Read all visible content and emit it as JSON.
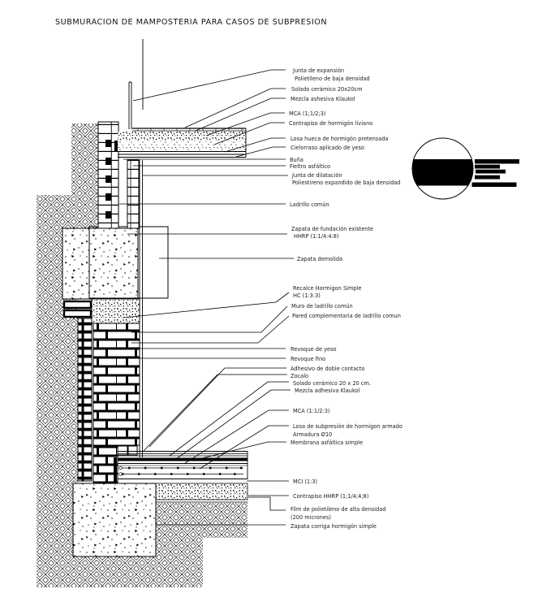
{
  "title": "SUBMURACION DE MAMPOSTERIA PARA CASOS DE SUBPRESION",
  "colors": {
    "ink": "#000000",
    "background": "#ffffff"
  },
  "annotations": [
    {
      "id": "junta-expansion",
      "lines": [
        "Junta de expansión",
        "Polietileno de baja densidad"
      ]
    },
    {
      "id": "solado-ceramico-sup",
      "lines": [
        "Solado cerámico 20x20cm"
      ]
    },
    {
      "id": "mezcla-adhesiva-sup",
      "lines": [
        "Mezcla ashesiva Klaukol"
      ]
    },
    {
      "id": "mca-sup",
      "lines": [
        "MCA (1;1/2;3)"
      ]
    },
    {
      "id": "contrapiso-liviano",
      "lines": [
        "Contrapiso de hormigón liviano"
      ]
    },
    {
      "id": "losa-hueca",
      "lines": [
        "Losa hueca de hormigón pretensada"
      ]
    },
    {
      "id": "cielorraso",
      "lines": [
        "Cielorraso aplicado de yeso"
      ]
    },
    {
      "id": "buna",
      "lines": [
        "Buña"
      ]
    },
    {
      "id": "fieltro-asfaltico",
      "lines": [
        "Fieltro asfáltico"
      ]
    },
    {
      "id": "junta-dilatacion",
      "lines": [
        "Junta de dilatación",
        "Poliestireno expandido de baja densidad"
      ]
    },
    {
      "id": "ladrillo-comun",
      "lines": [
        "Ladrillo común"
      ]
    },
    {
      "id": "zapata-existente",
      "lines": [
        "Zapata de fundación existente",
        "HHRP  (1:1/4:4:8)"
      ]
    },
    {
      "id": "zapata-demolida",
      "lines": [
        "Zapata demolida"
      ]
    },
    {
      "id": "recalce",
      "lines": [
        "Recalce Hormigon Simple",
        "HC (1:3:3)"
      ]
    },
    {
      "id": "muro-ladrillo",
      "lines": [
        "Muro de ladrillo común"
      ]
    },
    {
      "id": "pared-complementaria",
      "lines": [
        "Pared complementaria de ladrillo comun"
      ]
    },
    {
      "id": "revoque-yeso",
      "lines": [
        "Revoque de yeso"
      ]
    },
    {
      "id": "revoque-fino",
      "lines": [
        "Revoque fino"
      ]
    },
    {
      "id": "adhesivo-contacto",
      "lines": [
        "Adhesivo de doble contacto"
      ]
    },
    {
      "id": "zocalo",
      "lines": [
        "Zocalo"
      ]
    },
    {
      "id": "solado-ceramico-inf",
      "lines": [
        "Solado cerámico 20 x 20 cm."
      ]
    },
    {
      "id": "mezcla-adhesiva-inf",
      "lines": [
        "Mezcla adhesiva Klaukol"
      ]
    },
    {
      "id": "mca-inf",
      "lines": [
        "MCA (1:1/2:3)"
      ]
    },
    {
      "id": "losa-subpresion",
      "lines": [
        "Losa de subpresión de hormigon armado",
        "Armadura Ø10"
      ]
    },
    {
      "id": "membrana-asfaltica",
      "lines": [
        "Membrana asfáltica simple"
      ]
    },
    {
      "id": "mci",
      "lines": [
        "MCI (1:3)"
      ]
    },
    {
      "id": "contrapiso-hhrp",
      "lines": [
        "Contrapiso HHRP (1;1/4;4;8)"
      ]
    },
    {
      "id": "film-polietileno",
      "lines": [
        "Film de polietileno de alta densidad",
        "(200 micrones)"
      ]
    },
    {
      "id": "zapata-corrida",
      "lines": [
        "Zapata corriga hormigón simple"
      ]
    }
  ]
}
